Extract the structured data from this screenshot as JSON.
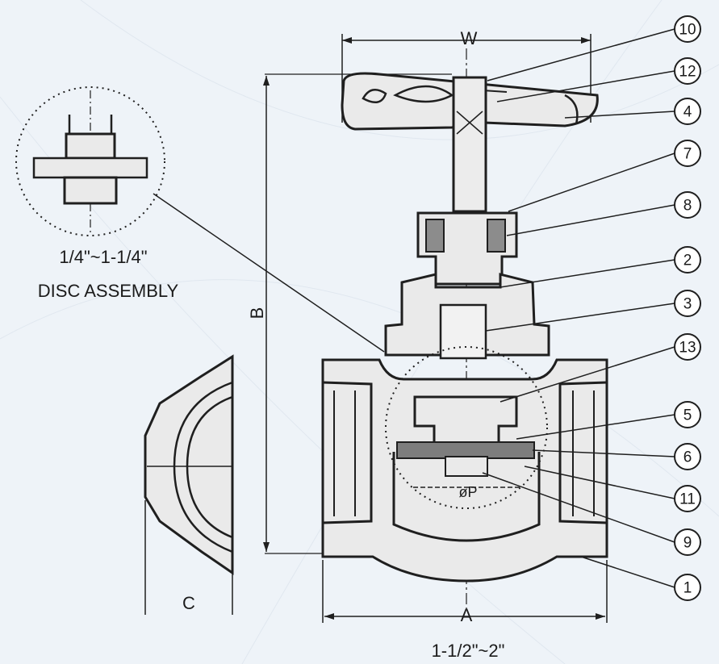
{
  "dimensions": {
    "width_label": "W",
    "height_label": "B",
    "length_label": "A",
    "end_label": "C",
    "port_label": "øP"
  },
  "disc_assembly": {
    "size_range": "1/4\"~1-1/4\"",
    "title": "DISC ASSEMBLY"
  },
  "size_range_main": "1-1/2\"~2\"",
  "part_callouts": [
    "10",
    "12",
    "4",
    "7",
    "8",
    "2",
    "3",
    "13",
    "5",
    "6",
    "11",
    "9",
    "1"
  ]
}
